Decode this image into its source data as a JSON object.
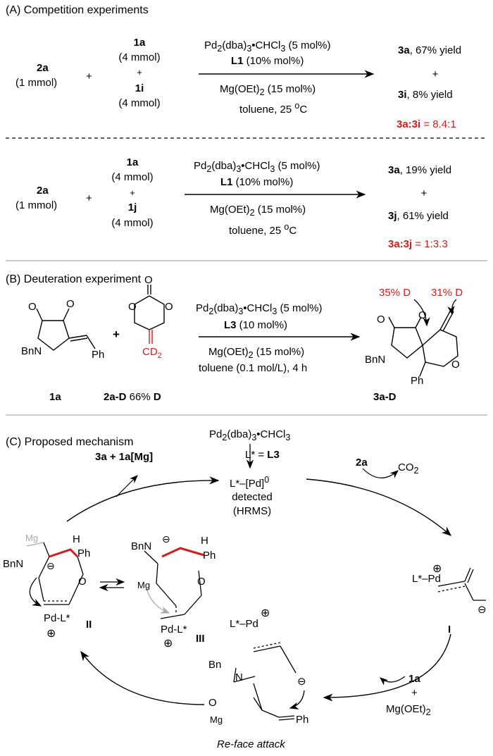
{
  "section_a": {
    "title": "(A) Competition experiments",
    "exp1": {
      "reactant": "2a",
      "reactant_amt": "(1 mmol)",
      "plus": "+",
      "sub1": "1a",
      "sub1_amt": "(4 mmol)",
      "plus2": "+",
      "sub2": "1i",
      "sub2_amt": "(4 mmol)",
      "cat_a": "Pd",
      "cat_b": "2",
      "cat_c": "(dba)",
      "cat_d": "3",
      "cat_e": "•CHCl",
      "cat_f": "3",
      "cat_g": " (5 mol%)",
      "lig": "L1",
      "lig_amt": " (10% mol%)",
      "base_a": "Mg(OEt)",
      "base_b": "2",
      "base_c": " (15 mol%)",
      "cond_a": "toluene, 25 ",
      "cond_b": "o",
      "cond_c": "C",
      "p1": "3a",
      "p1_text": ", 67% yield",
      "pplus": "+",
      "p2": "3i",
      "p2_text": ", 8% yield",
      "ratio_label": "3a:3i",
      "ratio_value": " = 8.4:1"
    },
    "exp2": {
      "reactant": "2a",
      "reactant_amt": "(1 mmol)",
      "plus": "+",
      "sub1": "1a",
      "sub1_amt": "(4 mmol)",
      "plus2": "+",
      "sub2": "1j",
      "sub2_amt": "(4 mmol)",
      "lig_amt": " (10% mol%)",
      "p1": "3a",
      "p1_text": ", 19% yield",
      "pplus": "+",
      "p2": "3j",
      "p2_text": ", 61% yield",
      "ratio_label": "3a:3j",
      "ratio_value": " = 1:3.3"
    }
  },
  "section_b": {
    "title": "(B) Deuteration experiment",
    "lig": "L3",
    "lig_amt": " (10 mol%)",
    "cond": "toluene (0.1 mol/L), 4 h",
    "label_1a": "1a",
    "label_2aD": "2a-D",
    "label_2aD_tail": " 66% ",
    "label_D": "D",
    "label_3aD": "3a-D",
    "d1": "35% D",
    "d2": "31% D",
    "sm_plus": "+",
    "atoms": {
      "O": "O",
      "N": "BnN",
      "Ph": "Ph",
      "CD": "CD",
      "two": "2"
    }
  },
  "section_c": {
    "title": "(C) Proposed mechanism",
    "top_cat": "Pd",
    "top_cat_b": "2",
    "top_cat_c": "(dba)",
    "top_cat_d": "3",
    "top_cat_e": "•CHCl",
    "top_cat_f": "3",
    "lstar": "L* = ",
    "lstar_b": "L3",
    "pd0": "L*–[Pd]",
    "pd0_sup": "0",
    "detected": "detected",
    "hrms": "(HRMS)",
    "release": "3a + 1a[Mg]",
    "in_2a": "2a",
    "co2": "CO",
    "co2_sub": "2",
    "in_1a": "1a",
    "in_plus": "+",
    "in_mg": "Mg(OEt)",
    "in_mg_sub": "2",
    "int_I": "I",
    "int_II": "II",
    "int_III": "III",
    "reface": "Re-face attack",
    "frag": {
      "Bn": "Bn",
      "BnN": "BnN",
      "N": "N",
      "Ph": "Ph",
      "H": "H",
      "O": "O",
      "Mg": "Mg",
      "PdL": "Pd-L*",
      "LPd": "L*–Pd",
      "plus": "⊕",
      "minus": "⊖"
    }
  }
}
